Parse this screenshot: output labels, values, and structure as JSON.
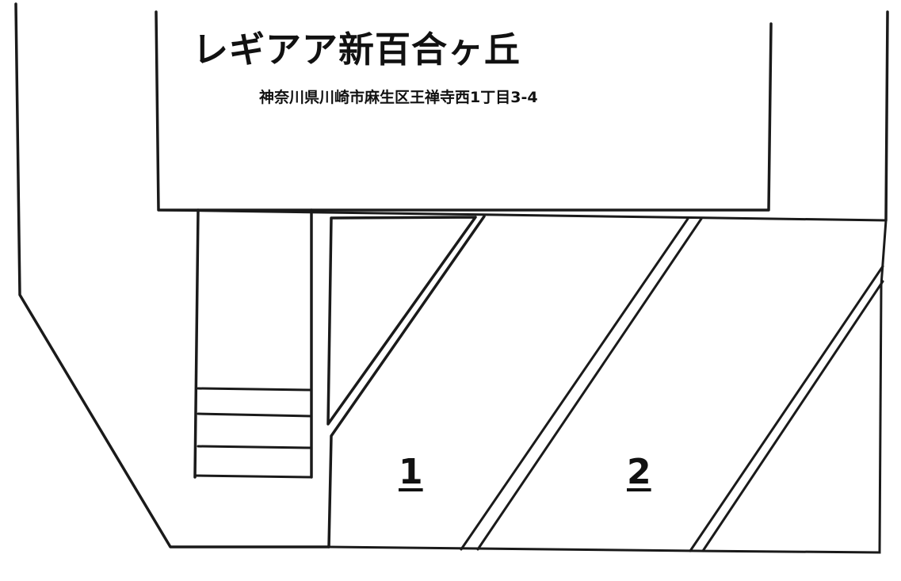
{
  "building": {
    "name": "レギアア新百合ヶ丘",
    "address": "神奈川県川崎市麻生区王禅寺西1丁目3-4"
  },
  "parking": {
    "spaces": [
      {
        "label": "1"
      },
      {
        "label": "2"
      }
    ]
  },
  "colors": {
    "line": "#1a1a1a",
    "background": "#ffffff"
  }
}
